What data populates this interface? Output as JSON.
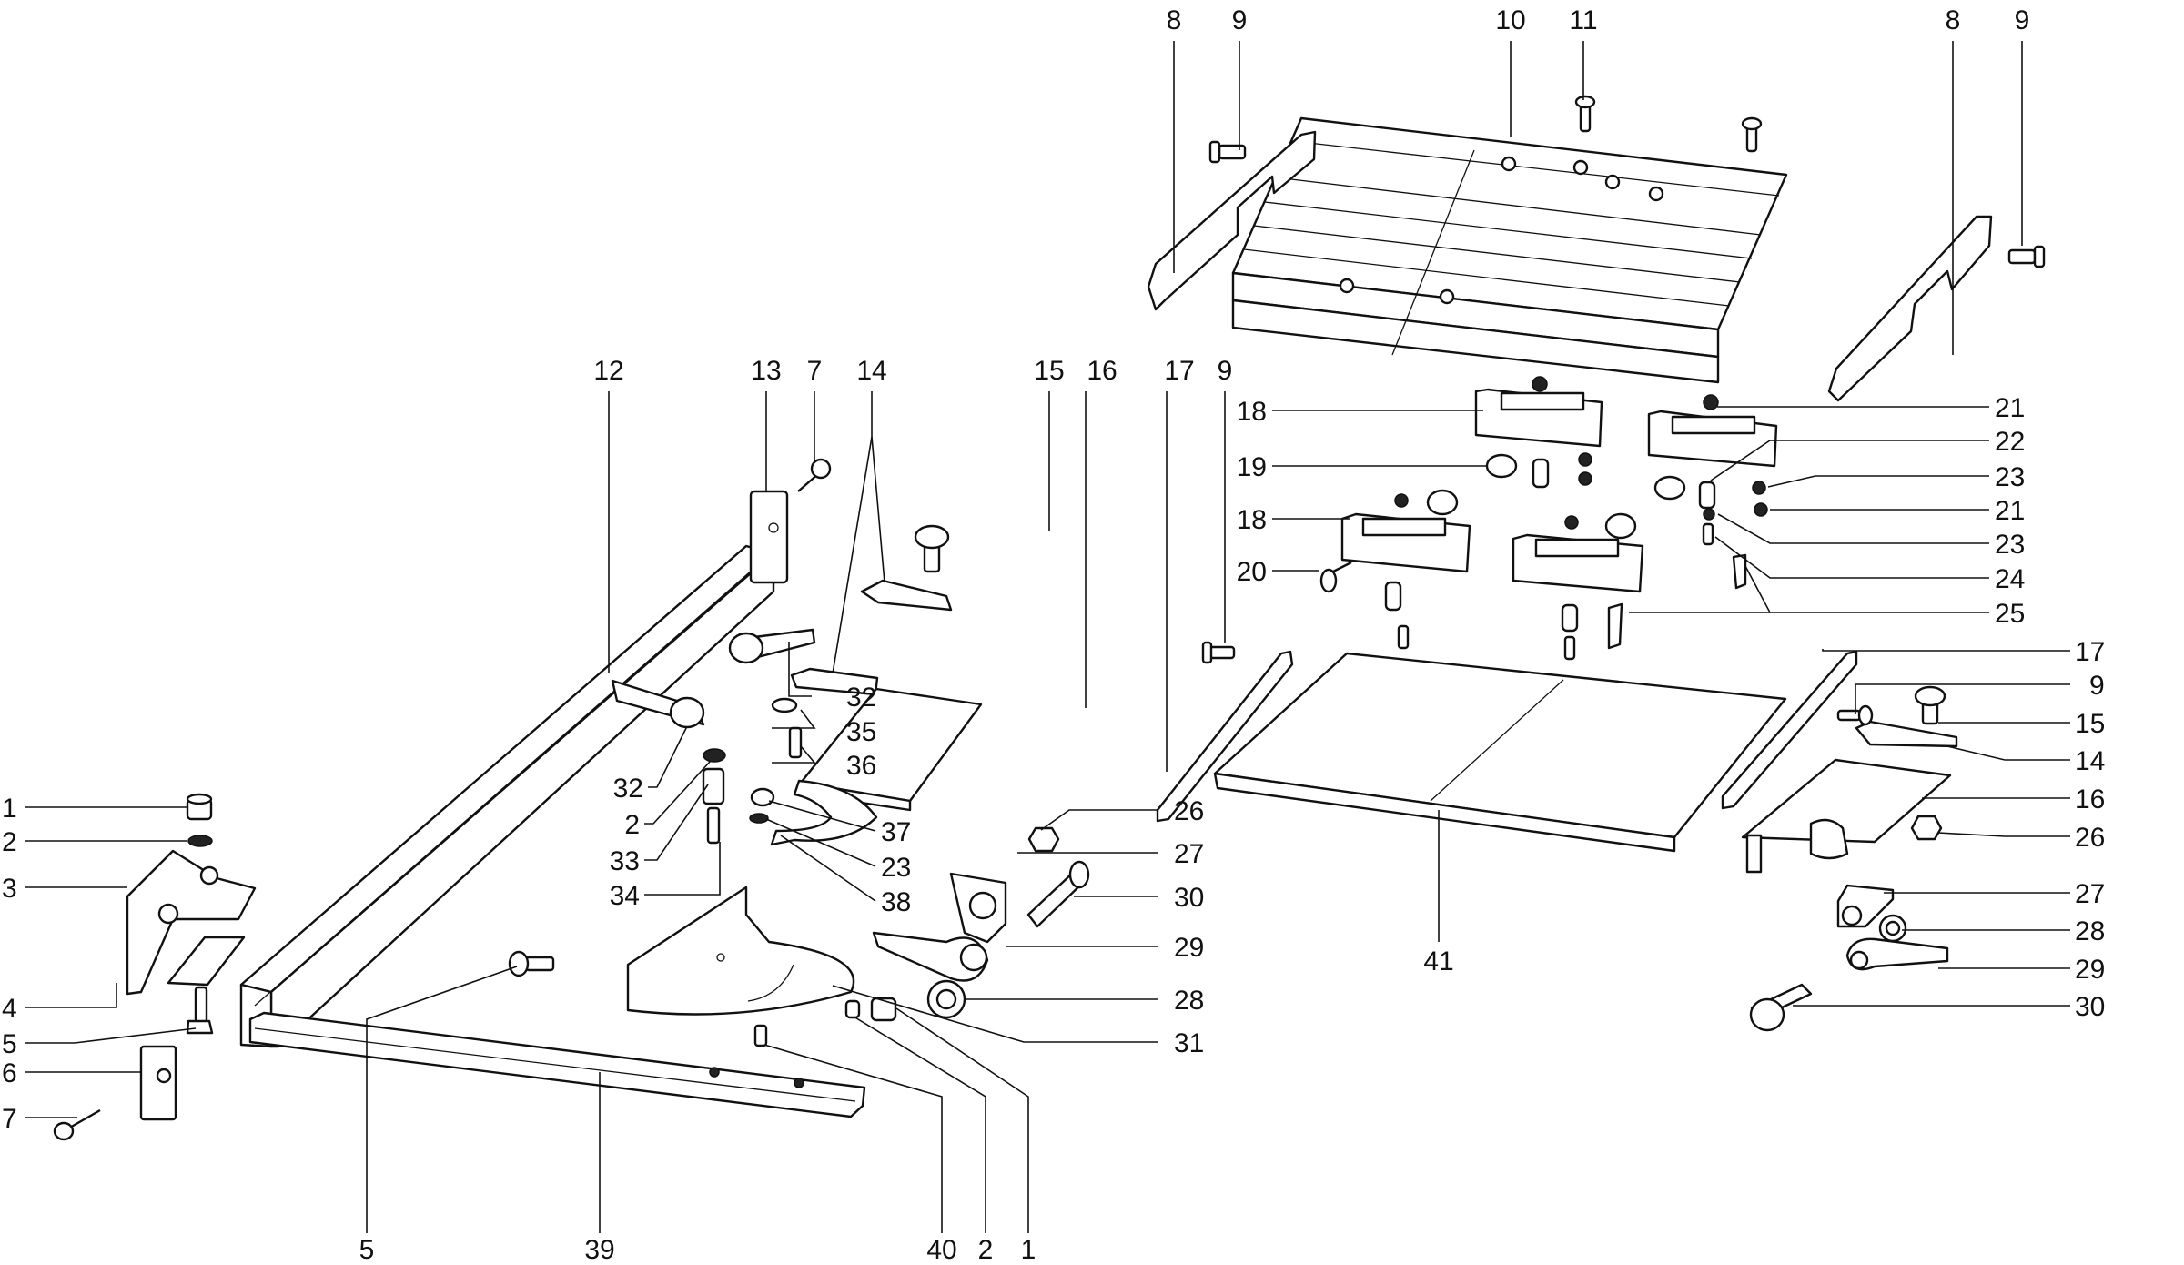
{
  "diagram": {
    "type": "exploded-parts-diagram",
    "subject": "saw table extension / sliding table assembly",
    "callouts": [
      {
        "id": "c8a",
        "label": "8"
      },
      {
        "id": "c9a",
        "label": "9"
      },
      {
        "id": "c10",
        "label": "10"
      },
      {
        "id": "c11",
        "label": "11"
      },
      {
        "id": "c8b",
        "label": "8"
      },
      {
        "id": "c9b",
        "label": "9"
      },
      {
        "id": "c12",
        "label": "12"
      },
      {
        "id": "c13",
        "label": "13"
      },
      {
        "id": "c7a",
        "label": "7"
      },
      {
        "id": "c14a",
        "label": "14"
      },
      {
        "id": "c15a",
        "label": "15"
      },
      {
        "id": "c16a",
        "label": "16"
      },
      {
        "id": "c17a",
        "label": "17"
      },
      {
        "id": "c9c",
        "label": "9"
      },
      {
        "id": "c18a",
        "label": "18"
      },
      {
        "id": "c19",
        "label": "19"
      },
      {
        "id": "c18b",
        "label": "18"
      },
      {
        "id": "c20",
        "label": "20"
      },
      {
        "id": "c21a",
        "label": "21"
      },
      {
        "id": "c22",
        "label": "22"
      },
      {
        "id": "c23a",
        "label": "23"
      },
      {
        "id": "c21b",
        "label": "21"
      },
      {
        "id": "c23b",
        "label": "23"
      },
      {
        "id": "c24",
        "label": "24"
      },
      {
        "id": "c25",
        "label": "25"
      },
      {
        "id": "c17b",
        "label": "17"
      },
      {
        "id": "c9d",
        "label": "9"
      },
      {
        "id": "c15b",
        "label": "15"
      },
      {
        "id": "c14b",
        "label": "14"
      },
      {
        "id": "c16b",
        "label": "16"
      },
      {
        "id": "c26b",
        "label": "26"
      },
      {
        "id": "c27b",
        "label": "27"
      },
      {
        "id": "c28b",
        "label": "28"
      },
      {
        "id": "c29b",
        "label": "29"
      },
      {
        "id": "c30b",
        "label": "30"
      },
      {
        "id": "c41",
        "label": "41"
      },
      {
        "id": "c1a",
        "label": "1"
      },
      {
        "id": "c2a",
        "label": "2"
      },
      {
        "id": "c3",
        "label": "3"
      },
      {
        "id": "c4",
        "label": "4"
      },
      {
        "id": "c5a",
        "label": "5"
      },
      {
        "id": "c6",
        "label": "6"
      },
      {
        "id": "c7b",
        "label": "7"
      },
      {
        "id": "c32a",
        "label": "32"
      },
      {
        "id": "c35",
        "label": "35"
      },
      {
        "id": "c36",
        "label": "36"
      },
      {
        "id": "c32b",
        "label": "32"
      },
      {
        "id": "c2b",
        "label": "2"
      },
      {
        "id": "c33",
        "label": "33"
      },
      {
        "id": "c34",
        "label": "34"
      },
      {
        "id": "c37",
        "label": "37"
      },
      {
        "id": "c23c",
        "label": "23"
      },
      {
        "id": "c38",
        "label": "38"
      },
      {
        "id": "c26a",
        "label": "26"
      },
      {
        "id": "c27a",
        "label": "27"
      },
      {
        "id": "c30a",
        "label": "30"
      },
      {
        "id": "c29a",
        "label": "29"
      },
      {
        "id": "c28a",
        "label": "28"
      },
      {
        "id": "c31",
        "label": "31"
      },
      {
        "id": "c5b",
        "label": "5"
      },
      {
        "id": "c39",
        "label": "39"
      },
      {
        "id": "c40",
        "label": "40"
      },
      {
        "id": "c2c",
        "label": "2"
      },
      {
        "id": "c1b",
        "label": "1"
      }
    ]
  }
}
